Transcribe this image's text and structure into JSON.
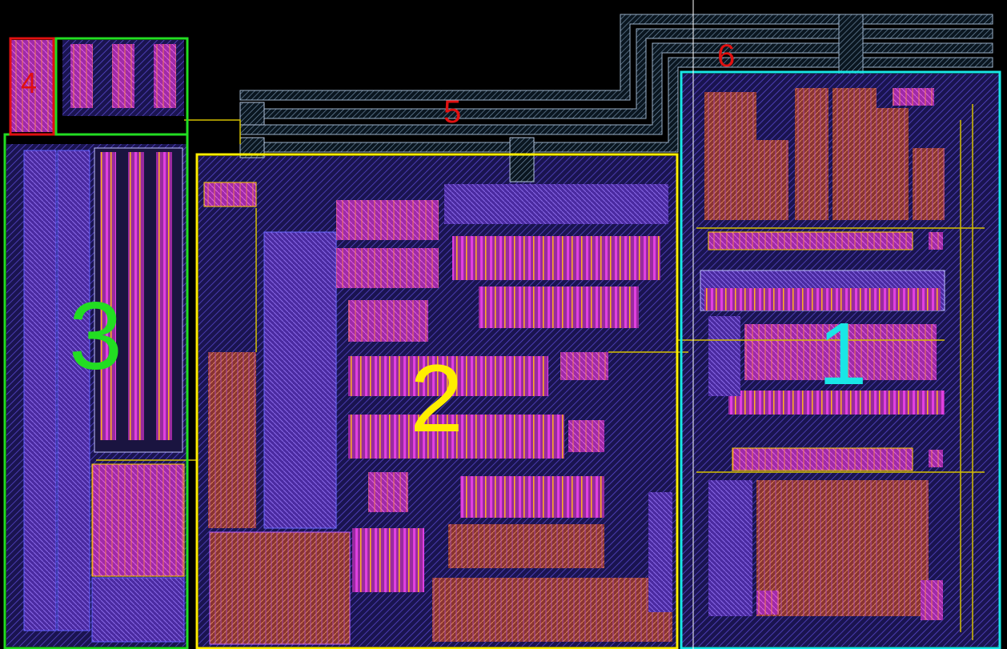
{
  "blocks": [
    {
      "id": "block-1",
      "label": "1",
      "color": "#19e6e6"
    },
    {
      "id": "block-2",
      "label": "2",
      "color": "#ffee00"
    },
    {
      "id": "block-3",
      "label": "3",
      "color": "#22dd22"
    },
    {
      "id": "block-4",
      "label": "4",
      "color": "#e01010"
    },
    {
      "id": "block-5",
      "label": "5",
      "color": "#e01010"
    },
    {
      "id": "block-6",
      "label": "6",
      "color": "#e01010"
    }
  ],
  "palette": {
    "background": "#000000",
    "metal1": "#6a3bd6",
    "metal2": "#d83ad8",
    "poly": "#c05040",
    "wire": "#d4c000",
    "guard": "#2a8fb0",
    "route": "#8aa0b8"
  }
}
